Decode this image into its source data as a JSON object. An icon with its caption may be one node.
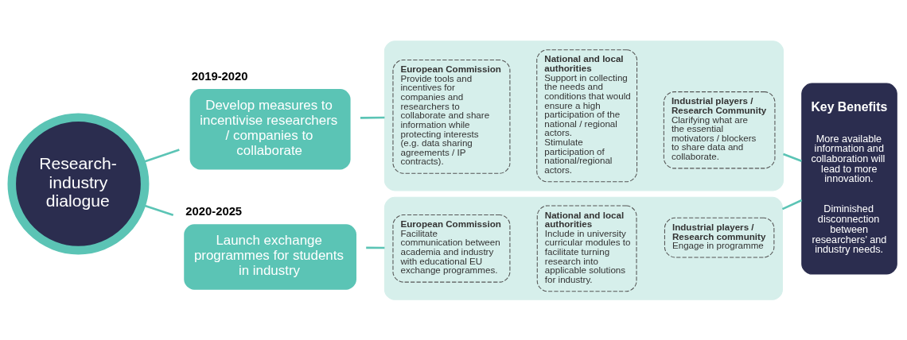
{
  "diagram": {
    "nodes": [
      {
        "text": [
          "Research-industry dialogue"
        ]
      },
      {
        "text": [
          "Develop measures to incentivise researchers / companies to collaborate"
        ],
        "beside": [
          "2019-2020"
        ]
      },
      {
        "text": [],
        "shape": "box"
      },
      {
        "text": [
          "European Commission",
          "Provide tools and incentives for companies and researchers to collaborate and share information while protecting interests (e.g. data sharing agreements / IP contracts)."
        ],
        "in": 2
      },
      {
        "text": [
          "National and local authorities",
          "Support in collecting the needs and conditions that would ensure a high participation of the national / regional actors.",
          "Stimulate participation of national/regional actors."
        ],
        "in": 2
      },
      {
        "text": [
          "Industrial players / Research Community",
          "Clarifying what are the essential motivators / blockers to share data and collaborate."
        ],
        "in": 2
      },
      {
        "text": [
          "Launch exchange programmes for students in industry"
        ],
        "beside": [
          "2020-2025"
        ]
      },
      {
        "text": [],
        "shape": "box"
      },
      {
        "text": [
          "European Commission",
          "Facilitate communication between academia and industry with educational EU exchange programmes."
        ],
        "in": 7
      },
      {
        "text": [
          "National and local authorities",
          "Include in university curricular modules to facilitate turning research into applicable solutions for industry."
        ],
        "in": 7
      },
      {
        "text": [
          "Industrial players / Research community",
          "Engage in programme"
        ],
        "in": 7
      },
      {
        "text": [
          "Key Benefits",
          "More available information and collaboration will lead to more innovation.",
          "Diminished disconnection between researchers’ and industry needs."
        ]
      }
    ],
    "edges": [
      {
        "from": 0,
        "to": 1,
        "arrow": "none"
      },
      {
        "from": 0,
        "to": 6,
        "arrow": "none"
      },
      {
        "from": 1,
        "to": 2,
        "arrow": "none"
      },
      {
        "from": 6,
        "to": 7,
        "arrow": "none"
      },
      {
        "from": 2,
        "to": 11,
        "arrow": "none"
      },
      {
        "from": 7,
        "to": 11,
        "arrow": "none"
      }
    ]
  }
}
